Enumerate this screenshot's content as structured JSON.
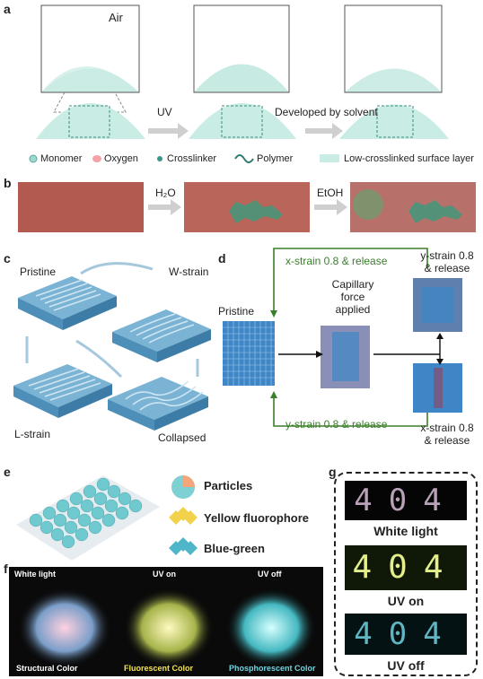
{
  "panel_a": {
    "label": "a",
    "air": "Air",
    "uv": "UV",
    "developed": "Developed by solvent",
    "legend": [
      "Monomer",
      "Oxygen",
      "Crosslinker",
      "Polymer",
      "Low-crosslinked surface layer"
    ]
  },
  "panel_b": {
    "label": "b",
    "h2o": "H₂O",
    "etoh": "EtOH"
  },
  "panel_c": {
    "label": "c",
    "pristine": "Pristine",
    "wstrain": "W-strain",
    "lstrain": "L-strain",
    "collapsed": "Collapsed"
  },
  "panel_d": {
    "label": "d",
    "pristine": "Pristine",
    "x_top": "x-strain 0.8 & release",
    "capillary": [
      "Capillary",
      "force",
      "applied"
    ],
    "y_release": [
      "y-strain 0.8",
      "& release"
    ],
    "y_bottom": "y-strain 0.8 & release",
    "x_release": [
      "x-strain 0.8",
      "& release"
    ]
  },
  "panel_e": {
    "label": "e",
    "items": [
      "Particles",
      "Yellow fluorophore",
      "Blue-green"
    ]
  },
  "panel_f": {
    "label": "f",
    "top": [
      "White light",
      "UV on",
      "UV off"
    ],
    "bottom": [
      "Structural Color",
      "Fluorescent Color",
      "Phosphorescent Color"
    ]
  },
  "panel_g": {
    "label": "g",
    "digits": "404",
    "captions": [
      "White light",
      "UV on",
      "UV off"
    ]
  },
  "colors": {
    "teal": "#8fd3c9",
    "green_arrow": "#3a7f2a",
    "blue_grid": "#3f86c6",
    "brick": "#b35a50",
    "gray_arrow": "#c8c8c8"
  }
}
